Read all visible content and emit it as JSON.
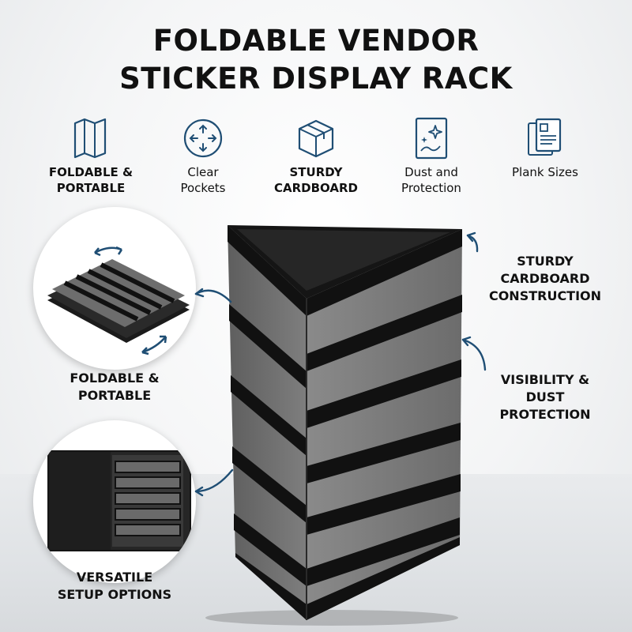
{
  "title": {
    "line1": "FOLDABLE VENDOR",
    "line2": "STICKER DISPLAY RACK"
  },
  "accent_color": "#1f4e74",
  "features": [
    {
      "icon": "folded-map-icon",
      "line1": "FOLDABLE &",
      "line2": "PORTABLE"
    },
    {
      "icon": "expand-arrows-icon",
      "line1": "Clear",
      "line2": "Pockets"
    },
    {
      "icon": "box-icon",
      "line1": "STURDY",
      "line2": "CARDBOARD"
    },
    {
      "icon": "sparkle-card-icon",
      "line1": "Dust and",
      "line2": "Protection"
    },
    {
      "icon": "documents-icon",
      "line1": "Plank Sizes",
      "line2": ""
    }
  ],
  "left_callouts": [
    {
      "line1": "FOLDABLE &",
      "line2": "PORTABLE"
    },
    {
      "line1": "VERSATILE",
      "line2": "SETUP OPTIONS"
    }
  ],
  "right_callouts": [
    {
      "line1": "STURDY",
      "line2": "CARDBOARD",
      "line3": "CONSTRUCTION"
    },
    {
      "line1": "VISIBILITY &",
      "line2": "DUST",
      "line3": "PROTECTION"
    }
  ]
}
